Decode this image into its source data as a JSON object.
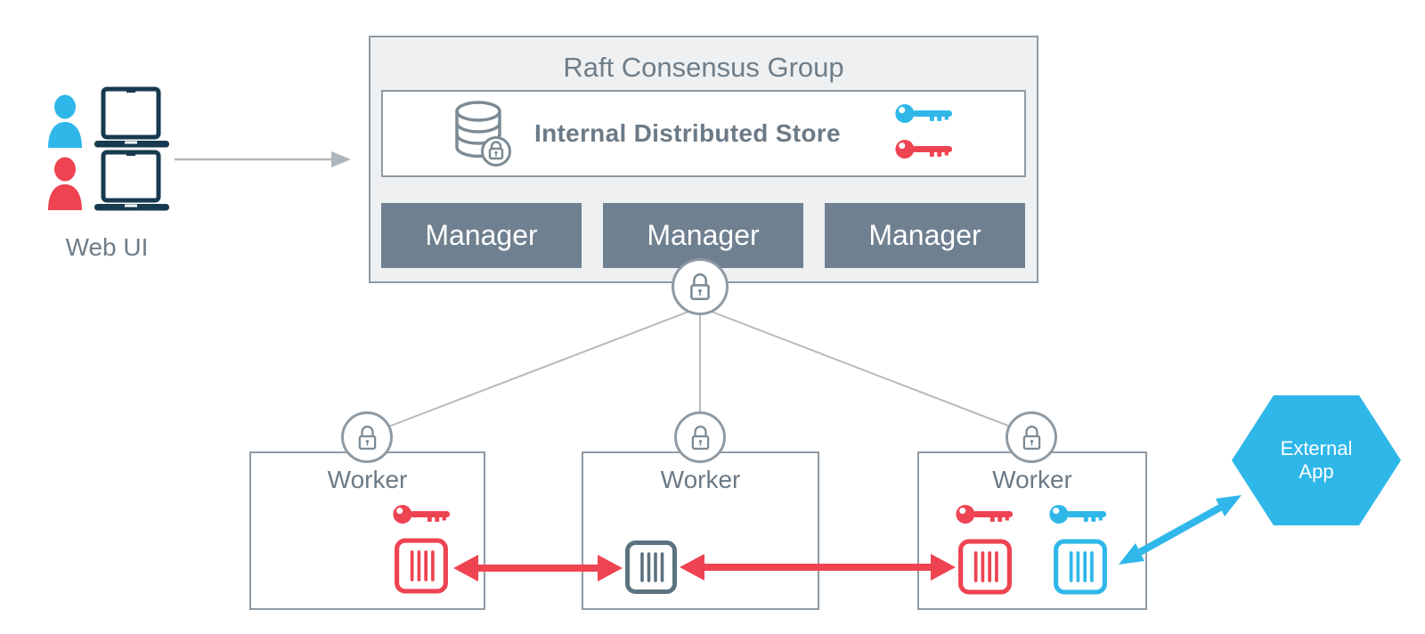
{
  "web_ui": {
    "label": "Web UI",
    "users": [
      {
        "icon": "user-icon",
        "color": "#2fb7e9",
        "device_icon": "laptop-icon"
      },
      {
        "icon": "user-icon",
        "color": "#ee4351",
        "device_icon": "laptop-icon"
      }
    ]
  },
  "raft": {
    "title": "Raft Consensus Group",
    "store": {
      "label": "Internal Distributed Store",
      "icons": [
        "database-lock-icon",
        "blue-key-icon",
        "red-key-icon"
      ]
    },
    "managers": [
      "Manager",
      "Manager",
      "Manager"
    ],
    "lock_icon": "padlock-icon"
  },
  "workers": [
    {
      "label": "Worker",
      "lock_icon": "padlock-icon",
      "keys": [
        "red"
      ],
      "containers": [
        "red"
      ]
    },
    {
      "label": "Worker",
      "lock_icon": "padlock-icon",
      "keys": [],
      "containers": [
        "gray"
      ]
    },
    {
      "label": "Worker",
      "lock_icon": "padlock-icon",
      "keys": [
        "red",
        "blue"
      ],
      "containers": [
        "red",
        "blue"
      ]
    }
  ],
  "external_app": {
    "label": "External App",
    "shape": "hexagon"
  },
  "arrows": {
    "webui_to_raft": "gray",
    "worker1_worker2_sync": "red-double-headed",
    "worker2_worker3_sync": "red-double-headed",
    "external_app_to_worker3": "blue-double-headed"
  },
  "colors": {
    "accent_blue": "#2fb7e9",
    "accent_red": "#ee4351",
    "manager_slate": "#6f8090",
    "border_gray": "#8f9aa3",
    "text_gray": "#6b7a86",
    "panel_bg": "#eef0f2",
    "laptop_navy": "#173a50",
    "line_gray": "#b4bbc1"
  }
}
